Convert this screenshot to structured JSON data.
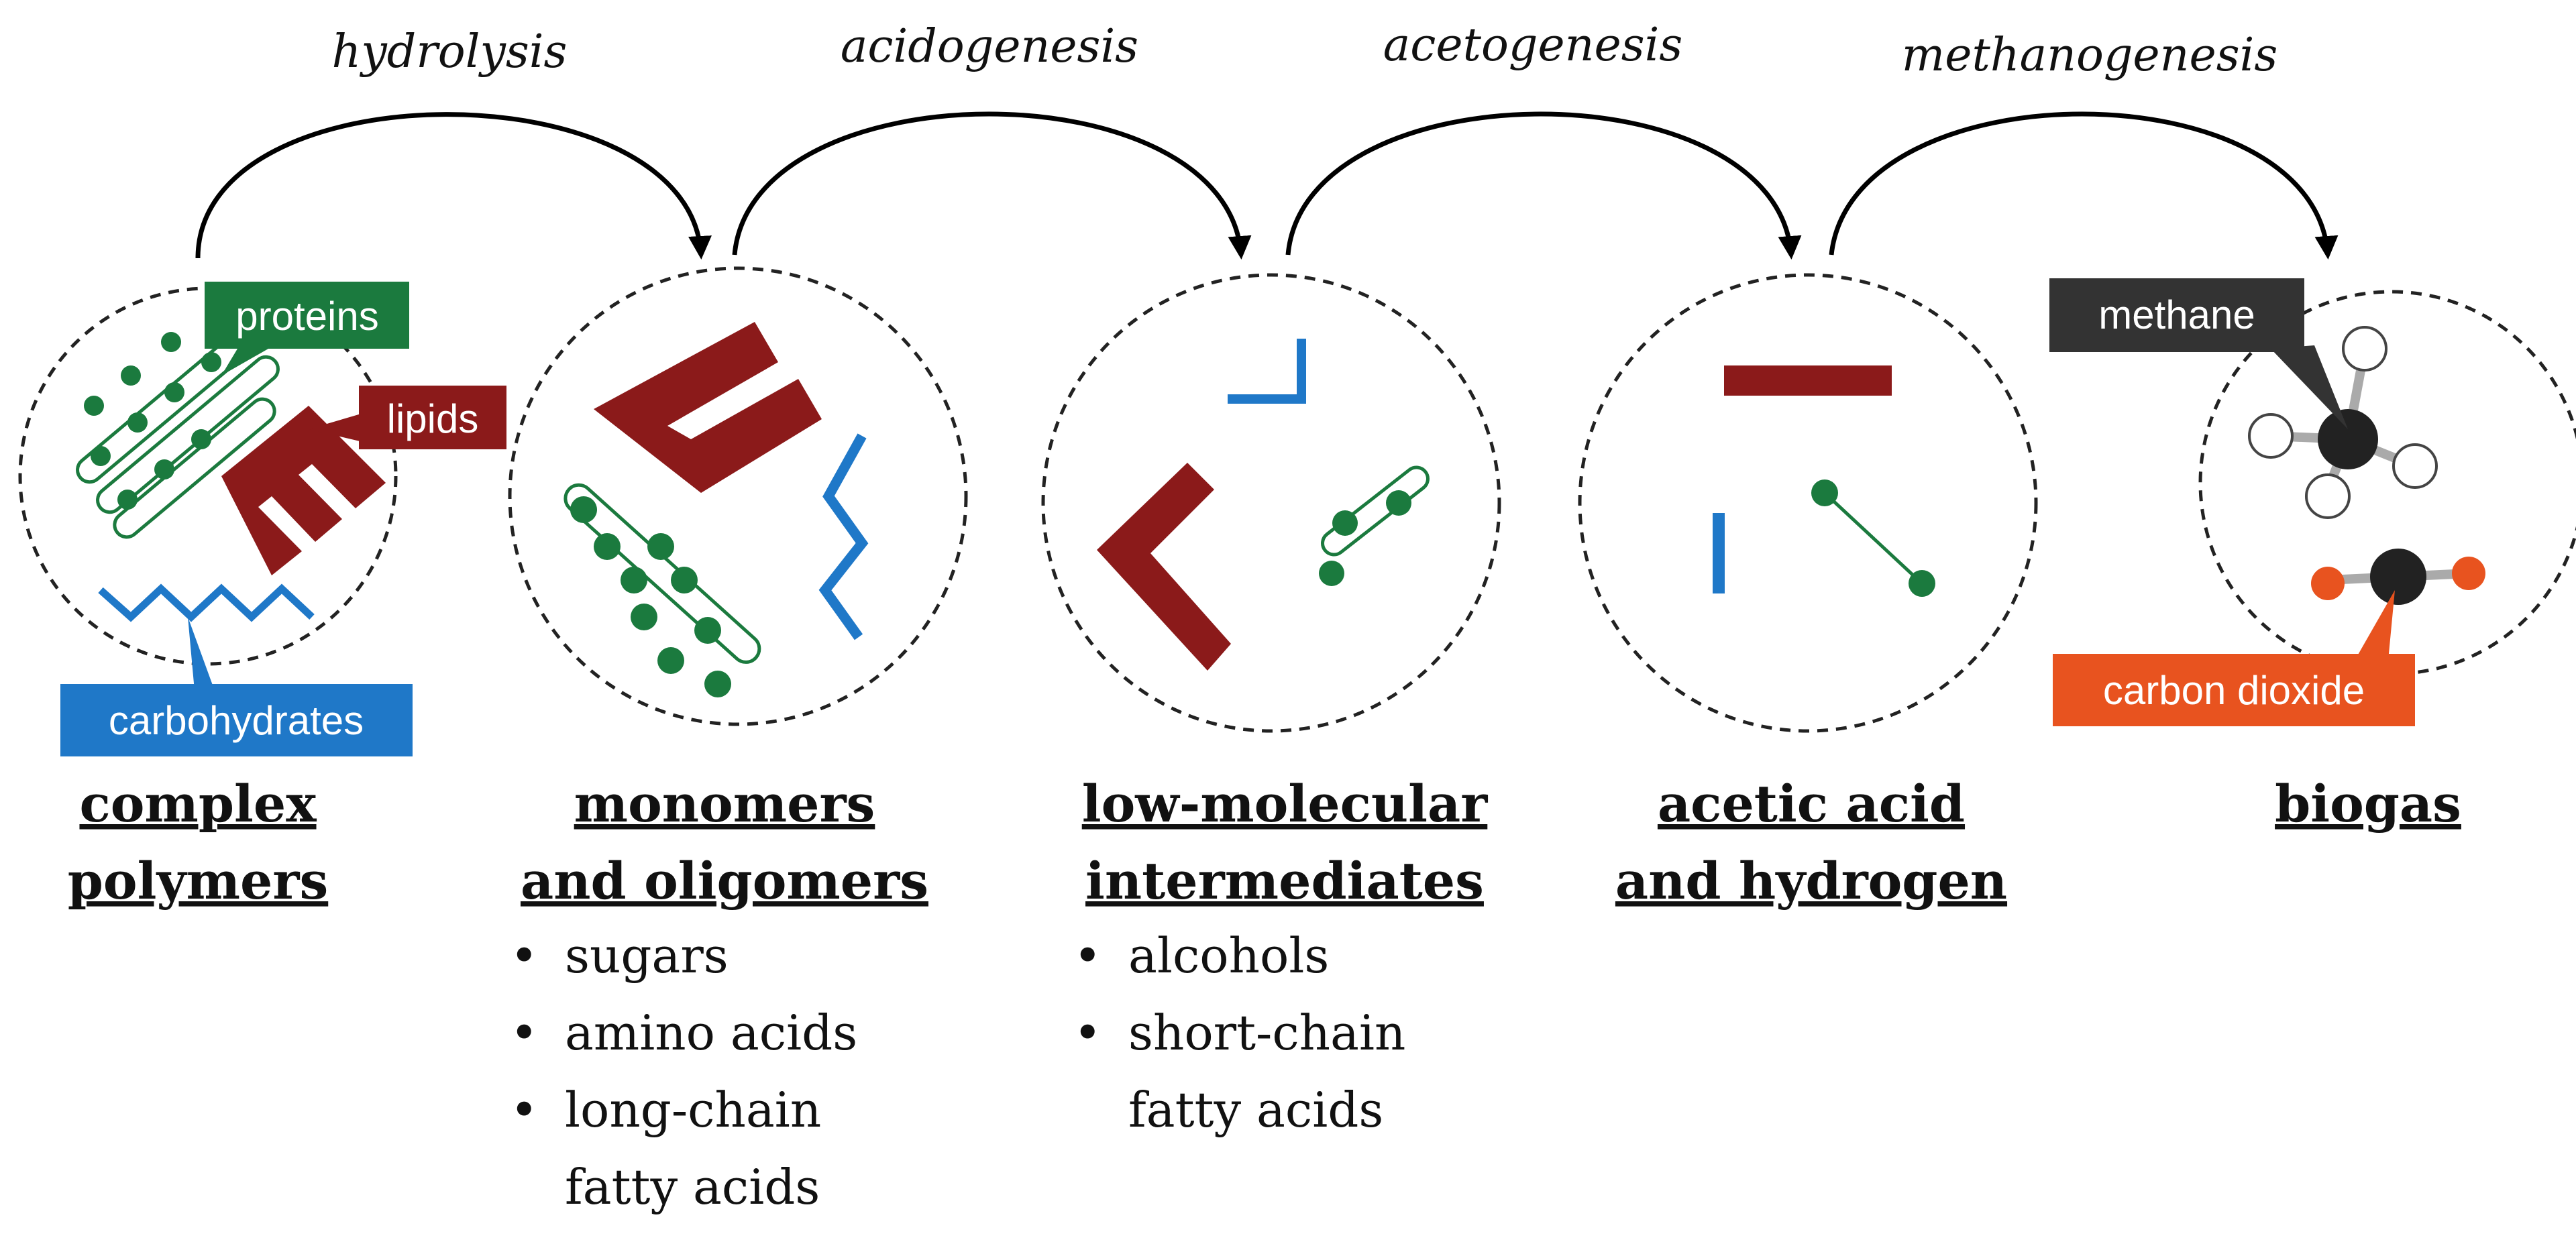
{
  "steps": [
    {
      "label": "hydrolysis"
    },
    {
      "label": "acidogenesis"
    },
    {
      "label": "acetogenesis"
    },
    {
      "label": "methanogenesis"
    }
  ],
  "stages": [
    {
      "title_lines": [
        "complex",
        "polymers"
      ],
      "bullets": []
    },
    {
      "title_lines": [
        "monomers",
        "and oligomers"
      ],
      "bullets": [
        [
          "sugars"
        ],
        [
          "amino acids"
        ],
        [
          "long-chain",
          "fatty acids"
        ]
      ]
    },
    {
      "title_lines": [
        "low-molecular",
        "intermediates"
      ],
      "bullets": [
        [
          "alcohols"
        ],
        [
          "short-chain",
          "fatty acids"
        ]
      ]
    },
    {
      "title_lines": [
        "acetic acid",
        "and hydrogen"
      ],
      "bullets": []
    },
    {
      "title_lines": [
        "biogas"
      ],
      "bullets": []
    }
  ],
  "tags": {
    "proteins": "proteins",
    "lipids": "lipids",
    "carbohydrates": "carbohydrates",
    "methane": "methane",
    "carbon_dioxide": "carbon dioxide"
  },
  "bullet_char": "•",
  "colors": {
    "protein_green": "#1b7a3e",
    "lipid_red": "#8b1a1a",
    "carb_blue": "#1f78c8",
    "methane_dark": "#333333",
    "co2_orange": "#e8531f",
    "arrow": "#000000"
  }
}
